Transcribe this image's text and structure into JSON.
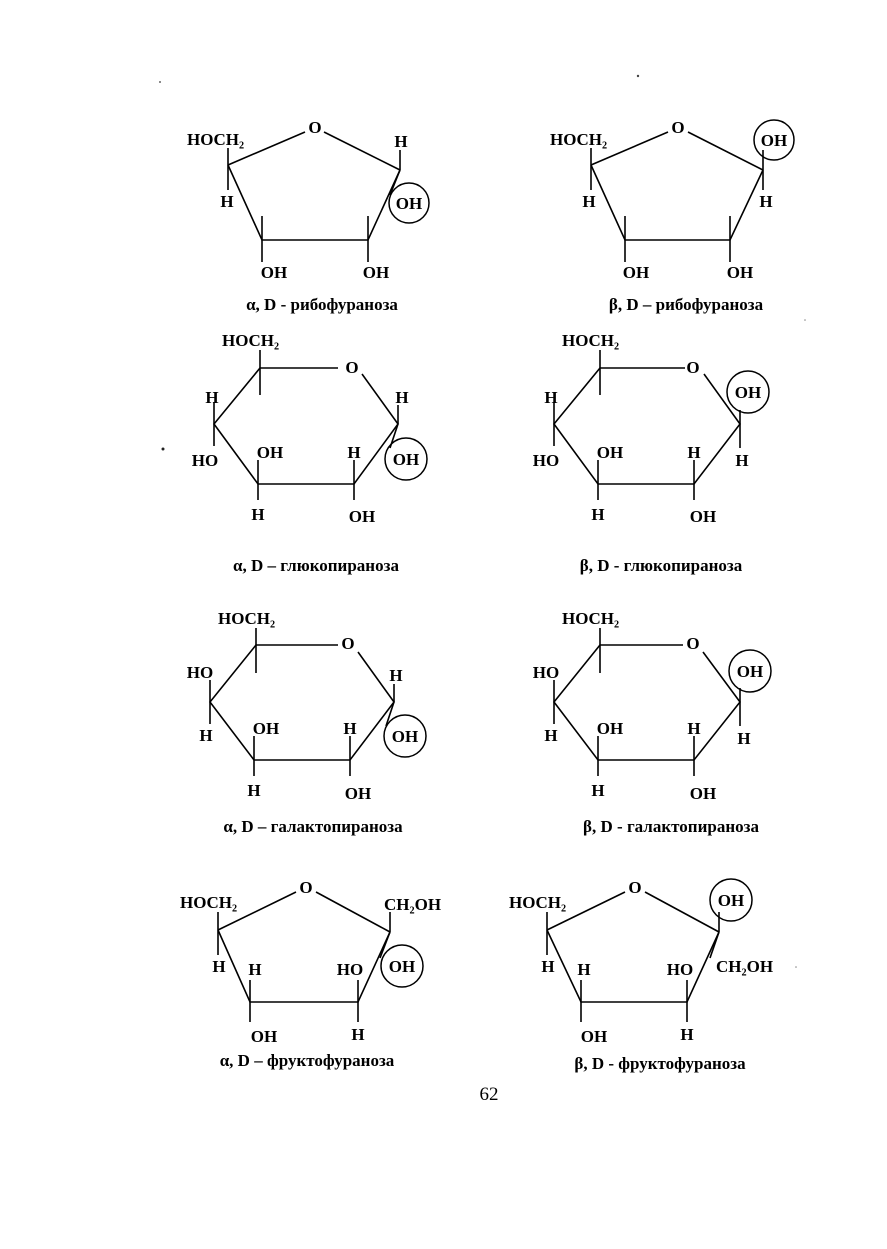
{
  "molecules": [
    {
      "caption": "α, D  - рибофураноза",
      "labels": [
        "HOCH₂",
        "O",
        "H",
        "OH",
        "H",
        "OH",
        "OH"
      ]
    },
    {
      "caption": "β, D – рибофураноза",
      "labels": [
        "HOCH₂",
        "O",
        "OH",
        "H",
        "H",
        "OH",
        "OH"
      ]
    },
    {
      "caption": "α, D – глюкопираноза",
      "labels": [
        "HOCH₂",
        "O",
        "H",
        "H",
        "HO",
        "OH",
        "H",
        "OH",
        "H",
        "OH"
      ]
    },
    {
      "caption": "β, D - глюкопираноза",
      "labels": [
        "HOCH₂",
        "O",
        "OH",
        "H",
        "HO",
        "OH",
        "H",
        "H",
        "H",
        "OH"
      ]
    },
    {
      "caption": "α, D – галактопираноза",
      "labels": [
        "HOCH₂",
        "O",
        "H",
        "HO",
        "H",
        "OH",
        "H",
        "OH",
        "H",
        "OH"
      ]
    },
    {
      "caption": "β, D - галактопираноза",
      "labels": [
        "HOCH₂",
        "O",
        "OH",
        "HO",
        "H",
        "OH",
        "H",
        "H",
        "H",
        "OH"
      ]
    },
    {
      "caption": "α, D – фруктофураноза",
      "labels": [
        "HOCH₂",
        "O",
        "CH₂OH",
        "H",
        "H",
        "HO",
        "OH",
        "OH",
        "H"
      ]
    },
    {
      "caption": "β, D - фруктофураноза",
      "labels": [
        "HOCH₂",
        "O",
        "OH",
        "H",
        "H",
        "HO",
        "CH₂OH",
        "OH",
        "H"
      ]
    }
  ],
  "page_number": "62"
}
